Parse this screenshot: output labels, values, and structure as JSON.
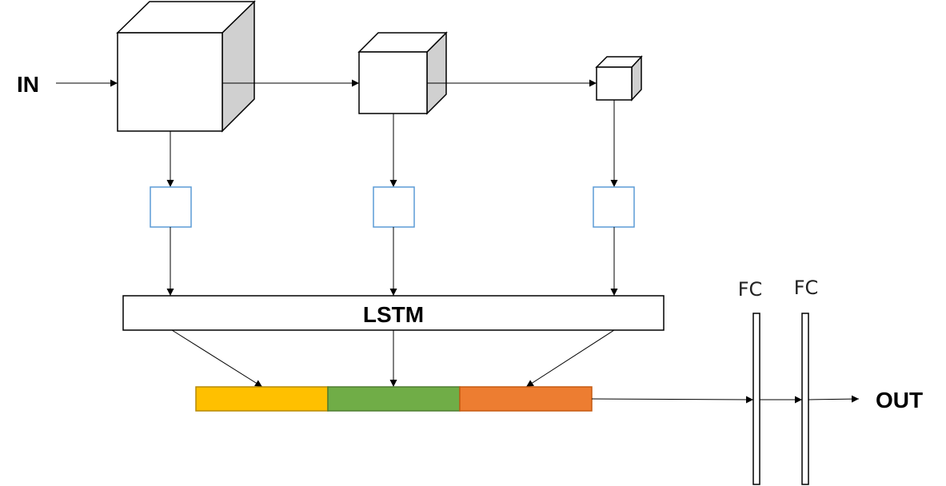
{
  "labels": {
    "input": "IN",
    "output": "OUT",
    "lstm": "LSTM",
    "fc1": "FC",
    "fc2": "FC"
  },
  "colors": {
    "cube_front": "#ffffff",
    "cube_side": "#d0d0d0",
    "attention_box": "#5b9bd5",
    "segment_1": "#ffc000",
    "segment_2": "#70ad47",
    "segment_3": "#ed7d31",
    "segment_border": "#c55a11"
  }
}
